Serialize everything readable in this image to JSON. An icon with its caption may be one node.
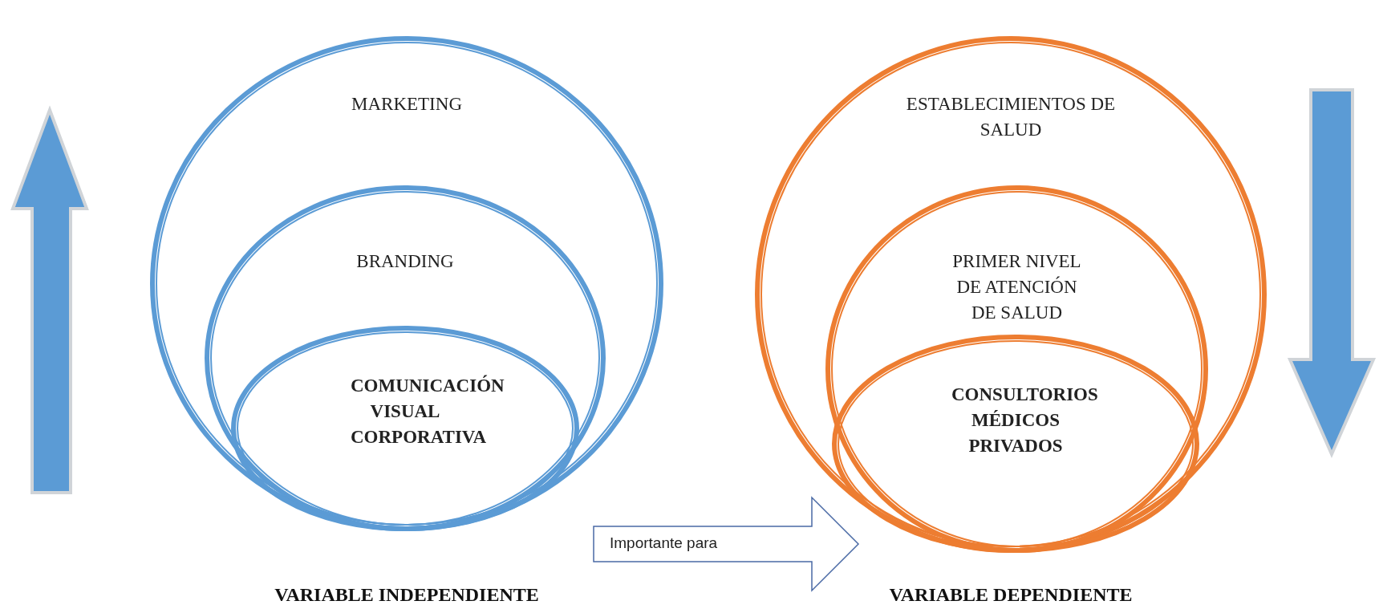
{
  "diagram": {
    "nodes": [
      {
        "text": [
          "MARKETING"
        ],
        "beside": [
          "VARIABLE INDEPENDIENTE"
        ]
      },
      {
        "text": [
          "BRANDING"
        ],
        "in": 0
      },
      {
        "text": [
          "COMUNICACIÓN VISUAL CORPORATIVA"
        ],
        "in": 1
      },
      {
        "text": [
          "ESTABLECIMIENTOS DE SALUD"
        ],
        "beside": [
          "VARIABLE DEPENDIENTE"
        ]
      },
      {
        "text": [
          "PRIMER NIVEL DE ATENCIÓN DE SALUD"
        ],
        "in": 3
      },
      {
        "text": [
          "CONSULTORIOS MÉDICOS PRIVADOS"
        ],
        "in": 4
      }
    ],
    "edges": [
      {
        "from": 0,
        "to": 3,
        "arrow": "to",
        "label": "Importante para"
      }
    ]
  }
}
